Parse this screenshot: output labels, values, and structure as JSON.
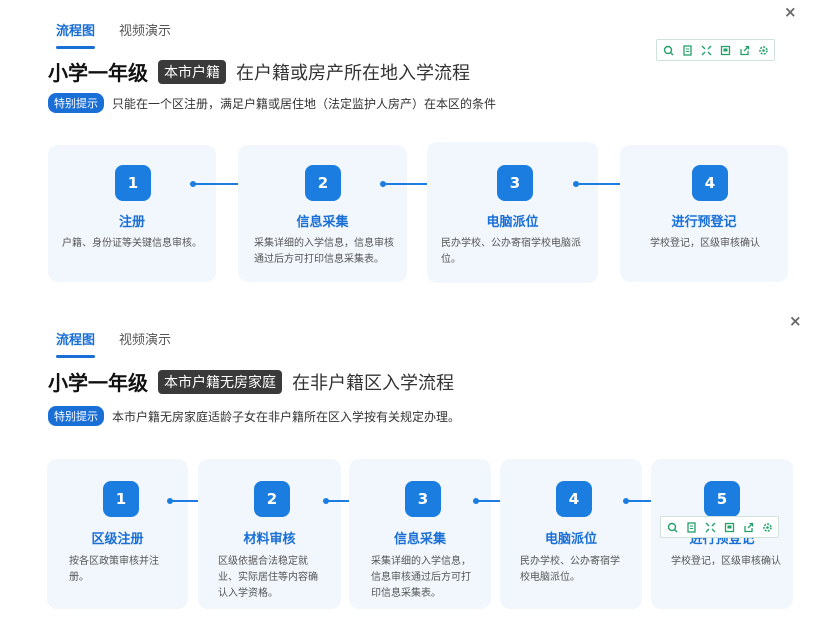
{
  "colors": {
    "accent": "#1a6fd6",
    "step_bg": "#1a7ddf",
    "card_bg": "#f2f7fd",
    "toolbar_icon": "#24a06b"
  },
  "panel1": {
    "tabs": [
      {
        "label": "流程图",
        "active": true
      },
      {
        "label": "视频演示",
        "active": false
      }
    ],
    "close_icon": "×",
    "toolbar_icons": [
      "zoom-in-icon",
      "document-icon",
      "fullscreen-icon",
      "image-save-icon",
      "share-icon",
      "settings-icon"
    ],
    "grade": "小学一年级",
    "badge": "本市户籍",
    "flow_title": "在户籍或房产所在地入学流程",
    "notice_badge": "特别提示",
    "notice_text": "只能在一个区注册，满足户籍或居住地（法定监护人房产）在本区的条件",
    "steps": [
      {
        "num": "1",
        "title": "注册",
        "desc": "户籍、身份证等关键信息审核。"
      },
      {
        "num": "2",
        "title": "信息采集",
        "desc": "采集详细的入学信息，信息审核通过后方可打印信息采集表。"
      },
      {
        "num": "3",
        "title": "电脑派位",
        "desc": "民办学校、公办寄宿学校电脑派位。"
      },
      {
        "num": "4",
        "title": "进行预登记",
        "desc": "学校登记，区级审核确认"
      }
    ]
  },
  "panel2": {
    "tabs": [
      {
        "label": "流程图",
        "active": true
      },
      {
        "label": "视频演示",
        "active": false
      }
    ],
    "close_icon": "×",
    "toolbar_icons": [
      "zoom-in-icon",
      "document-icon",
      "fullscreen-icon",
      "image-save-icon",
      "share-icon",
      "settings-icon"
    ],
    "grade": "小学一年级",
    "badge": "本市户籍无房家庭",
    "flow_title": "在非户籍区入学流程",
    "notice_badge": "特别提示",
    "notice_text": "本市户籍无房家庭适龄子女在非户籍所在区入学按有关规定办理。",
    "steps": [
      {
        "num": "1",
        "title": "区级注册",
        "desc": "按各区政策审核并注册。"
      },
      {
        "num": "2",
        "title": "材料审核",
        "desc": "区级依据合法稳定就业、实际居住等内容确认入学资格。"
      },
      {
        "num": "3",
        "title": "信息采集",
        "desc": "采集详细的入学信息，信息审核通过后方可打印信息采集表。"
      },
      {
        "num": "4",
        "title": "电脑派位",
        "desc": "民办学校、公办寄宿学校电脑派位。"
      },
      {
        "num": "5",
        "title": "进行预登记",
        "desc": "学校登记，区级审核确认"
      }
    ]
  }
}
